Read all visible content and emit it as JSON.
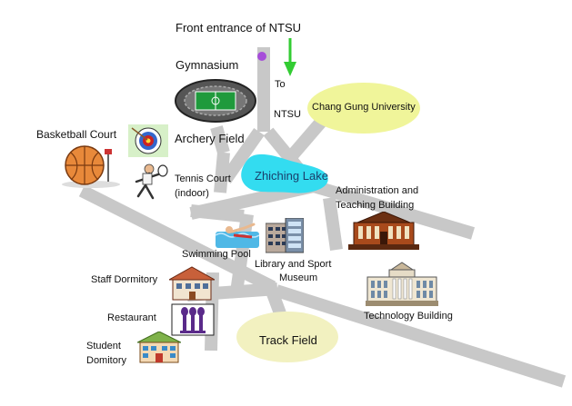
{
  "map": {
    "labels": {
      "front_entrance": "Front entrance of NTSU",
      "gymnasium": "Gymnasium",
      "to_ntsu_line1": "To",
      "to_ntsu_line2": "NTSU",
      "chang_gung": "Chang Gung University",
      "basketball_court": "Basketball Court",
      "archery_field": "Archery Field",
      "tennis_court_line1": "Tennis Court",
      "tennis_court_line2": "(indoor)",
      "zhiching_lake": "Zhiching Lake",
      "admin_line1": "Administration and",
      "admin_line2": "Teaching Building",
      "swimming_pool": "Swimming Pool",
      "library_line1": "Library and Sport",
      "library_line2": "Museum",
      "staff_dormitory": "Staff Dormitory",
      "restaurant": "Restaurant",
      "technology_building": "Technology Building",
      "student_line1": "Student",
      "student_line2": "Domitory",
      "track_field": "Track Field"
    },
    "icons": [
      "gymnasium-icon",
      "entrance-marker-icon",
      "direction-arrow-icon",
      "basketball-icon",
      "archery-target-icon",
      "tennis-player-icon",
      "swimmer-icon",
      "library-building-icon",
      "administration-building-icon",
      "technology-building-icon",
      "staff-dormitory-icon",
      "restaurant-icon",
      "student-dormitory-icon"
    ],
    "colors": {
      "road": "#c8c8c8",
      "lake": "#33dcf0",
      "chang_gung_fill": "#f0f59a",
      "track_fill": "#f2f1c0",
      "arrow": "#33cc33",
      "entrance_dot": "#a64dd9"
    }
  }
}
